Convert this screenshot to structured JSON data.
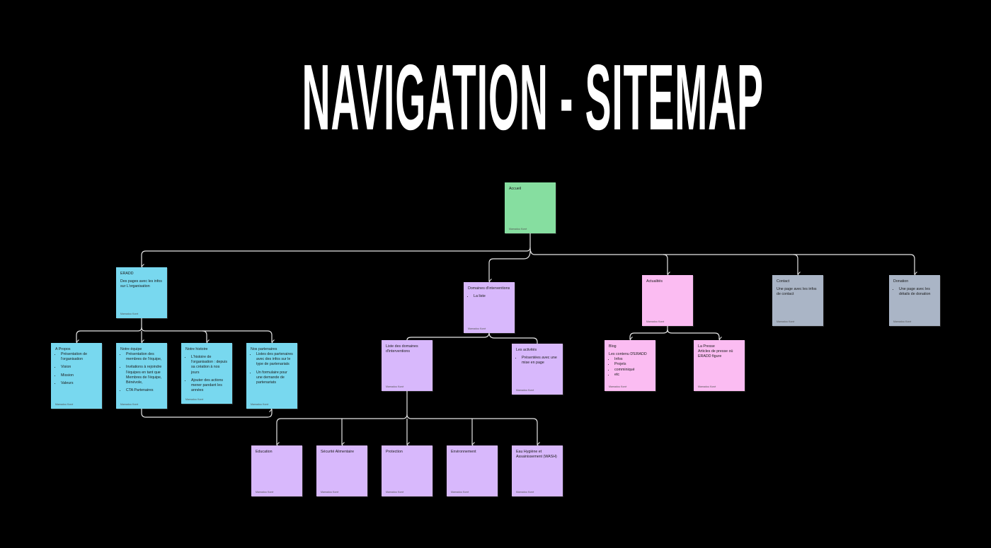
{
  "title": "NAVIGATION - SITEMAP",
  "author": "Mamadou Koné",
  "colors": {
    "home": "#86dea0",
    "eradd": "#78d8ef",
    "domaines": "#d8b8fc",
    "actualites": "#fbbcf2",
    "contact": "#aab5c6"
  },
  "notes": {
    "accueil": {
      "title": "Accueil"
    },
    "eradd": {
      "title": "ERADD",
      "body": "Des pages avec les infos sur L'organisation"
    },
    "apropos": {
      "title": "A Propos",
      "items": [
        "Présentation de l'organisation",
        "Vision",
        "Mission",
        "Valeurs"
      ]
    },
    "equipe": {
      "title": "Notre équipe",
      "items": [
        "Présentation des membres de l'équipe,",
        "Invitations à rejoindre l'équipes en tant que Membres de l'équipe, Bénévole,",
        "CTA Partenaires"
      ]
    },
    "histoire": {
      "title": "Notre histoire",
      "items": [
        "L'histoire de l'organisation : depuis sa création à nos jours",
        "Ajouter des actions mener pandant les années"
      ]
    },
    "partenaires": {
      "title": "Nos partenaires",
      "items": [
        "Listes des partenaires avec des infos sur le type de partenariats",
        "Un formulaire pour une demande de partenariats"
      ]
    },
    "domaines": {
      "title": "Domaines d'interventions",
      "items": [
        "La liste"
      ]
    },
    "liste": {
      "title": "Liste des domaines d'interventions"
    },
    "activites": {
      "title": "Les activités",
      "items": [
        "Présentées avec une mise en page"
      ]
    },
    "education": {
      "title": "Education"
    },
    "securite": {
      "title": "Sécurité Alimentaire"
    },
    "protection": {
      "title": "Protection"
    },
    "environnement": {
      "title": "Environnement"
    },
    "eau": {
      "title": "Eau Hygiène et Assainissement (WASH)"
    },
    "actualites": {
      "title": "Actualités"
    },
    "blog": {
      "title": "Blog",
      "body": "Les contenu D'ERADD",
      "items": [
        "Infos",
        "Projets",
        "comminiqué",
        "etc"
      ]
    },
    "presse": {
      "title": "La Presse",
      "body": "Articles de presse où ERADD figure"
    },
    "contact": {
      "title": "Contact",
      "body": "Une page avec les infos de contact"
    },
    "donation": {
      "title": "Donation",
      "items": [
        "Une page avec les détails de donation"
      ]
    }
  }
}
